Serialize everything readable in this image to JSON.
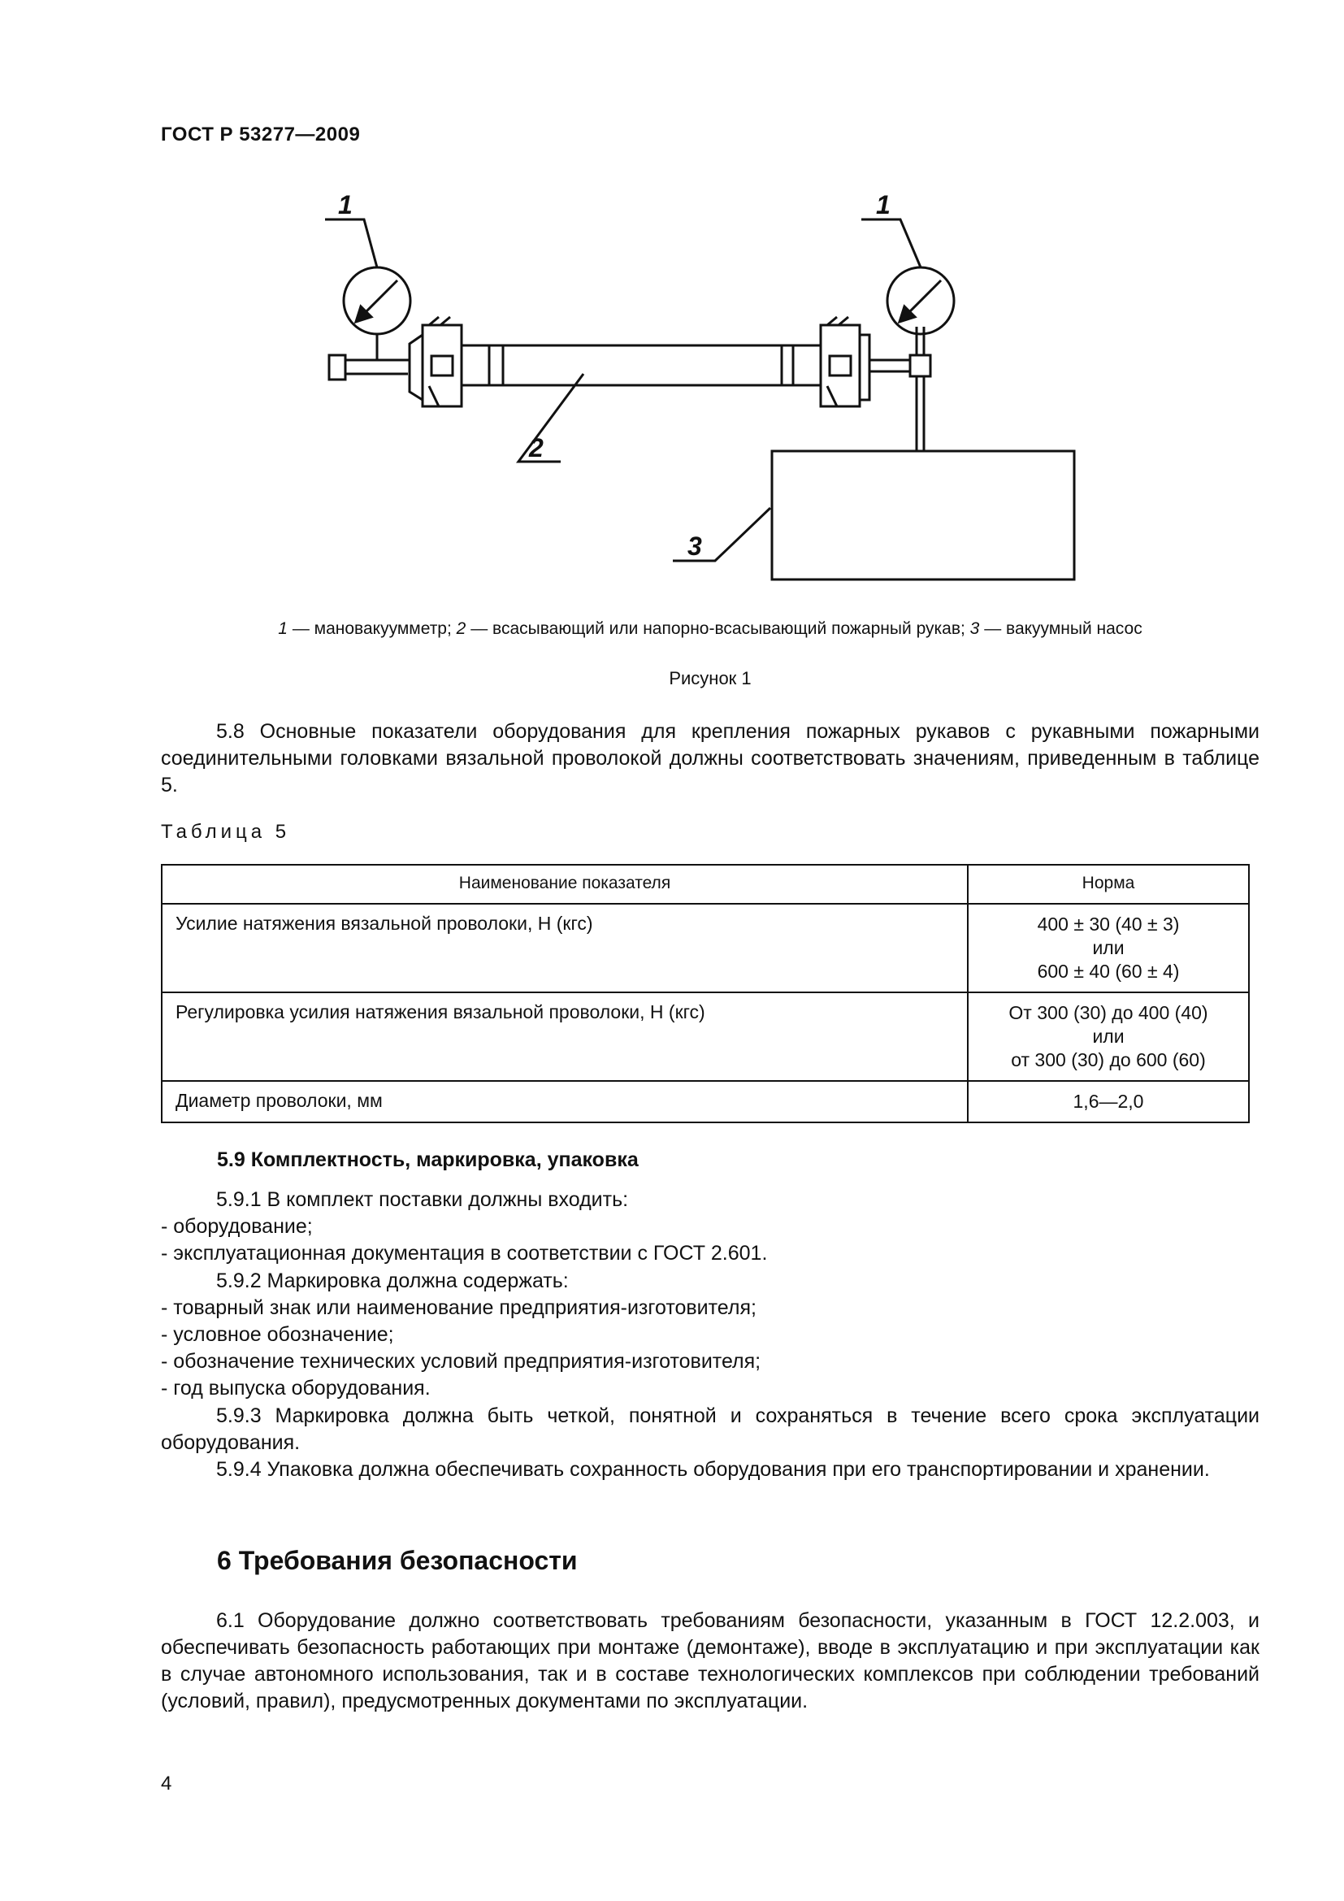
{
  "header": {
    "standard": "ГОСТ Р 53277—2009"
  },
  "figure": {
    "labels": [
      "1",
      "1",
      "2",
      "3"
    ],
    "caption": [
      {
        "n": "1",
        "t": " — мановакуумметр; "
      },
      {
        "n": "2",
        "t": " — всасывающий или напорно-всасывающий пожарный рукав; "
      },
      {
        "n": "3",
        "t": " — вакуумный насос"
      }
    ],
    "title": "Рисунок 1"
  },
  "para_5_8": "5.8 Основные показатели оборудования для крепления пожарных рукавов с рукавными пожарными соединительными головками вязальной проволокой должны соответствовать значениям, приведенным в таблице 5.",
  "table": {
    "caption": "Таблица 5",
    "headers": [
      "Наименование показателя",
      "Норма"
    ],
    "rows": [
      {
        "name": "Усилие натяжения вязальной проволоки, Н (кгс)",
        "norm": [
          "400 ± 30 (40 ± 3)",
          "или",
          "600 ± 40 (60 ± 4)"
        ]
      },
      {
        "name": "Регулировка усилия натяжения вязальной проволоки, Н (кгс)",
        "norm": [
          "От 300 (30) до 400 (40)",
          "или",
          "от 300 (30) до 600 (60)"
        ]
      },
      {
        "name": "Диаметр проволоки, мм",
        "norm": [
          "1,6—2,0"
        ]
      }
    ]
  },
  "section_5_9": {
    "title": "5.9 Комплектность, маркировка, упаковка",
    "p591": "5.9.1 В комплект поставки должны входить:",
    "items591": [
      "- оборудование;",
      "- эксплуатационная документация в соответствии с ГОСТ 2.601."
    ],
    "p592": "5.9.2 Маркировка должна содержать:",
    "items592": [
      "- товарный знак или наименование предприятия-изготовителя;",
      "- условное обозначение;",
      "- обозначение технических условий предприятия-изготовителя;",
      "- год выпуска оборудования."
    ],
    "p593": "5.9.3 Маркировка должна быть четкой, понятной и сохраняться в течение всего срока эксплуатации оборудования.",
    "p594": "5.9.4 Упаковка должна обеспечивать сохранность оборудования при его транспортировании и хранении."
  },
  "section_6": {
    "title": "6 Требования безопасности",
    "p61": "6.1 Оборудование должно соответствовать требованиям безопасности, указанным в ГОСТ 12.2.003, и обеспечивать безопасность работающих при монтаже (демонтаже), вводе в эксплуатацию и при эксплуатации как в случае автономного использования, так и в составе технологических комплексов при соблюдении требований (условий, правил), предусмотренных документами по эксплуатации."
  },
  "page_number": "4"
}
